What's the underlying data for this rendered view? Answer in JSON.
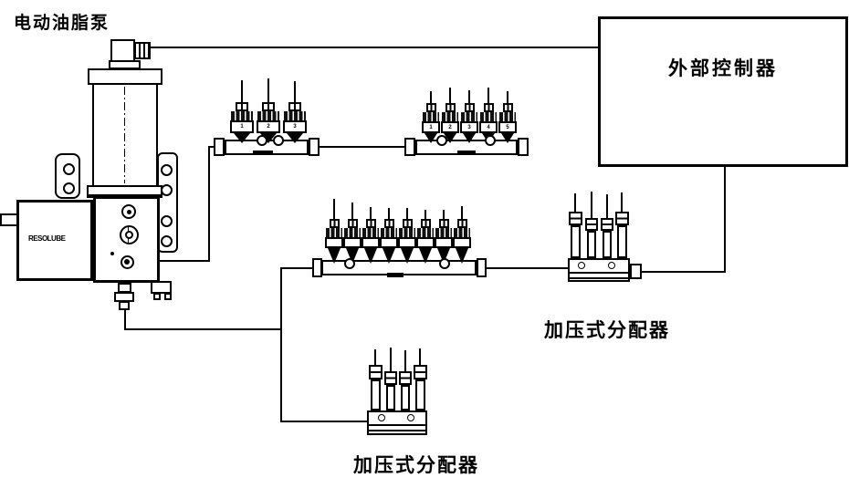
{
  "title_labels": {
    "pump": "电动油脂泵",
    "controller": "外部控制器",
    "pressure_right": "加压式分配器",
    "pressure_bottom": "加压式分配器"
  },
  "pump": {
    "logo": "RESOLUBE"
  },
  "distributors": {
    "progressive_top_left": {
      "type": "progressive",
      "outlet_numbers": [
        "1",
        "2",
        "3"
      ]
    },
    "progressive_top_right": {
      "type": "progressive",
      "outlet_numbers": [
        "1",
        "2",
        "3",
        "4",
        "5"
      ]
    },
    "progressive_middle": {
      "type": "progressive",
      "outlet_count": 8,
      "outlet_numbers": []
    },
    "pressure_right": {
      "type": "pressure",
      "cylinder_count": 4
    },
    "pressure_bottom": {
      "type": "pressure",
      "cylinder_count": 4
    }
  },
  "colors": {
    "line": "#000000",
    "background": "#ffffff"
  }
}
